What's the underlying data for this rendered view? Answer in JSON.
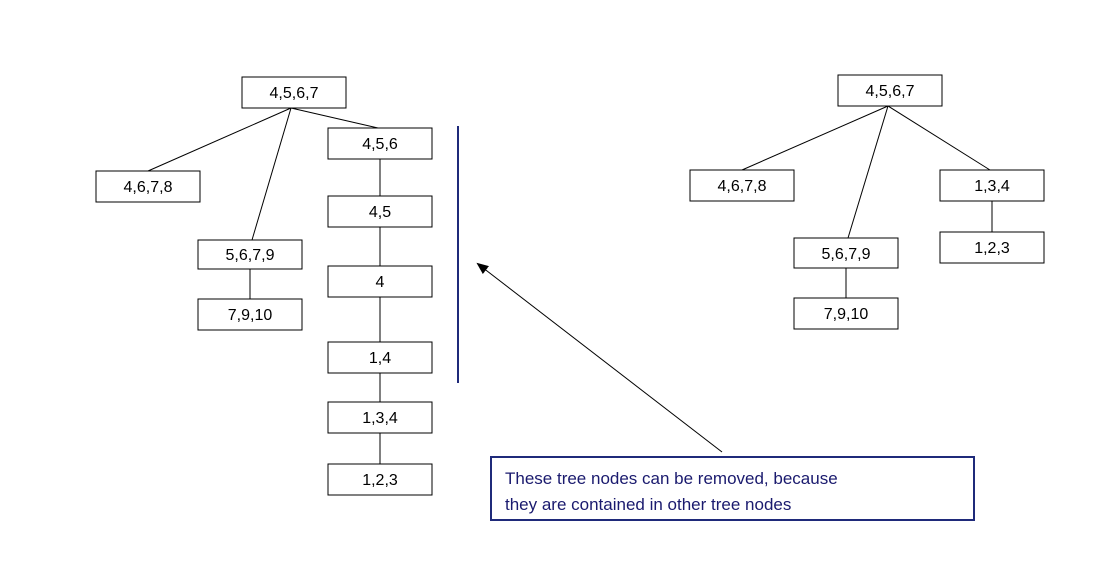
{
  "colors": {
    "node_border": "#000000",
    "divider": "#1f2a7a",
    "callout_border": "#1f2a7a",
    "callout_text": "#1a1a6e"
  },
  "left_tree": {
    "root": "4,5,6,7",
    "n_4678": "4,6,7,8",
    "n_5679": "5,6,7,9",
    "n_7910": "7,9,10",
    "n_456": "4,5,6",
    "n_45": "4,5",
    "n_4": "4",
    "n_14": "1,4",
    "n_134": "1,3,4",
    "n_123": "1,2,3"
  },
  "right_tree": {
    "root": "4,5,6,7",
    "n_4678": "4,6,7,8",
    "n_5679": "5,6,7,9",
    "n_7910": "7,9,10",
    "n_134": "1,3,4",
    "n_123": "1,2,3"
  },
  "callout": {
    "line1": "These tree nodes can be removed, because",
    "line2": "they are contained in other tree nodes"
  }
}
